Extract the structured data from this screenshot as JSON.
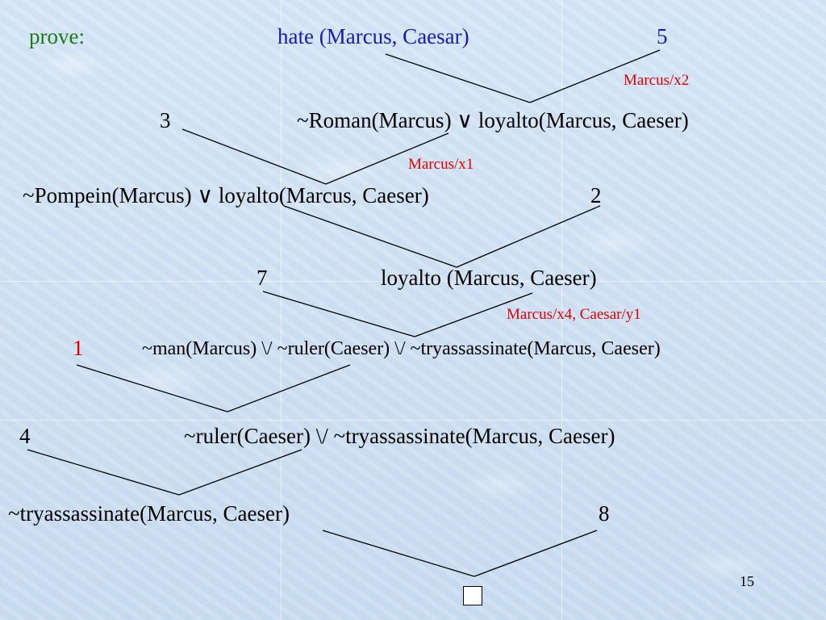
{
  "prove_label": "prove:",
  "goal": "hate (Marcus, Caesar)",
  "goal_num": "5",
  "sub1": "Marcus/x2",
  "step2_num": "3",
  "step2": "~Roman(Marcus) ∨ loyalto(Marcus, Caeser)",
  "sub2": "Marcus/x1",
  "step3": "~Pompein(Marcus) ∨ loyalto(Marcus, Caeser)",
  "step3_num": "2",
  "step4_num": "7",
  "step4": "loyalto (Marcus, Caeser)",
  "sub3": "Marcus/x4, Caesar/y1",
  "step5_num": "1",
  "step5": "~man(Marcus) \\/ ~ruler(Caeser) \\/ ~tryassassinate(Marcus, Caeser)",
  "step6_num": "4",
  "step6": "~ruler(Caeser) \\/ ~tryassassinate(Marcus, Caeser)",
  "step7": "~tryassassinate(Marcus, Caeser)",
  "step7_num": "8",
  "page_number": "15",
  "colors": {
    "background": "#cfe0f3",
    "prove": "#1a7a1a",
    "goal": "#1a1ab4",
    "substitution": "#e00000",
    "text": "#000000"
  }
}
